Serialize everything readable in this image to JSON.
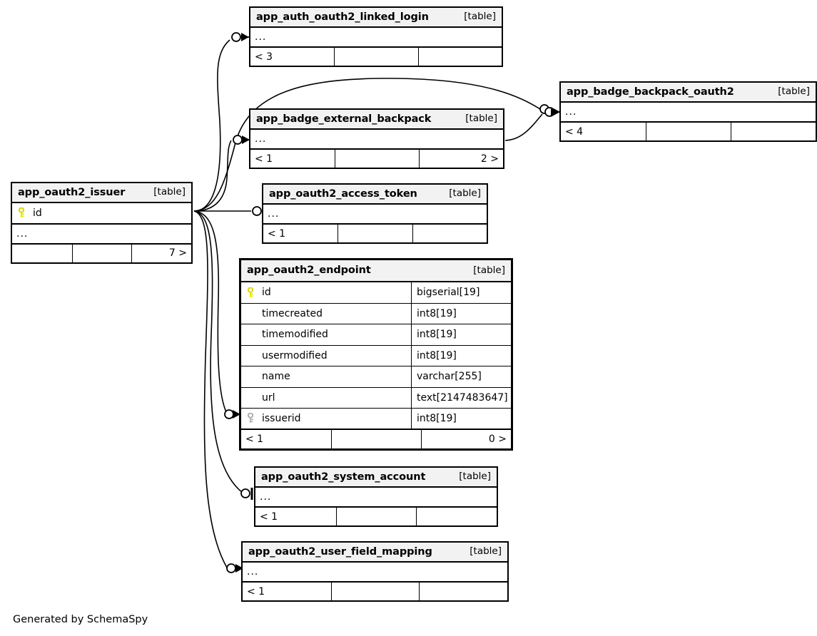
{
  "diagram": {
    "title": "SchemaSpy relationships diagram",
    "credit": "Generated by SchemaSpy",
    "table_tag": "[table]",
    "ellipsis": "...",
    "colors": {
      "primary_key": "#e8e800",
      "foreign_key": "#b0b0b0",
      "header_bg": "#f2f2f2",
      "border": "#000000",
      "background": "#ffffff"
    }
  },
  "tables": [
    {
      "id": "app_auth_oauth2_linked_login",
      "name": "app_auth_oauth2_linked_login",
      "tag": "[table]",
      "collapsed": true,
      "body_text": "...",
      "footer": [
        "< 3",
        "",
        ""
      ]
    },
    {
      "id": "app_badge_backpack_oauth2",
      "name": "app_badge_backpack_oauth2",
      "tag": "[table]",
      "collapsed": true,
      "body_text": "...",
      "footer": [
        "< 4",
        "",
        ""
      ]
    },
    {
      "id": "app_badge_external_backpack",
      "name": "app_badge_external_backpack",
      "tag": "[table]",
      "collapsed": true,
      "body_text": "...",
      "footer": [
        "< 1",
        "",
        "2 >"
      ]
    },
    {
      "id": "app_oauth2_issuer",
      "name": "app_oauth2_issuer",
      "tag": "[table]",
      "collapsed": false,
      "columns": [
        {
          "name": "id",
          "type": "",
          "key": "primary"
        }
      ],
      "body_text": "...",
      "footer": [
        "",
        "",
        "7 >"
      ]
    },
    {
      "id": "app_oauth2_access_token",
      "name": "app_oauth2_access_token",
      "tag": "[table]",
      "collapsed": true,
      "body_text": "...",
      "footer": [
        "< 1",
        "",
        ""
      ]
    },
    {
      "id": "app_oauth2_endpoint",
      "name": "app_oauth2_endpoint",
      "tag": "[table]",
      "collapsed": false,
      "focus": true,
      "columns": [
        {
          "name": "id",
          "type": "bigserial[19]",
          "key": "primary"
        },
        {
          "name": "timecreated",
          "type": "int8[19]",
          "key": "none"
        },
        {
          "name": "timemodified",
          "type": "int8[19]",
          "key": "none"
        },
        {
          "name": "usermodified",
          "type": "int8[19]",
          "key": "none"
        },
        {
          "name": "name",
          "type": "varchar[255]",
          "key": "none"
        },
        {
          "name": "url",
          "type": "text[2147483647]",
          "key": "none"
        },
        {
          "name": "issuerid",
          "type": "int8[19]",
          "key": "foreign"
        }
      ],
      "footer": [
        "< 1",
        "",
        "0 >"
      ]
    },
    {
      "id": "app_oauth2_system_account",
      "name": "app_oauth2_system_account",
      "tag": "[table]",
      "collapsed": true,
      "body_text": "...",
      "footer": [
        "< 1",
        "",
        ""
      ]
    },
    {
      "id": "app_oauth2_user_field_mapping",
      "name": "app_oauth2_user_field_mapping",
      "tag": "[table]",
      "collapsed": true,
      "body_text": "...",
      "footer": [
        "< 1",
        "",
        ""
      ]
    }
  ],
  "relationships": [
    {
      "from": "app_oauth2_issuer",
      "to": "app_auth_oauth2_linked_login",
      "cardinality": "zero-or-more"
    },
    {
      "from": "app_oauth2_issuer",
      "to": "app_badge_external_backpack",
      "cardinality": "zero-or-more"
    },
    {
      "from": "app_oauth2_issuer",
      "to": "app_badge_backpack_oauth2",
      "cardinality": "zero-or-more"
    },
    {
      "from": "app_oauth2_issuer",
      "to": "app_oauth2_access_token",
      "cardinality": "zero-or-one"
    },
    {
      "from": "app_oauth2_issuer",
      "to": "app_oauth2_endpoint",
      "cardinality": "zero-or-more"
    },
    {
      "from": "app_oauth2_issuer",
      "to": "app_oauth2_system_account",
      "cardinality": "zero-or-one"
    },
    {
      "from": "app_oauth2_issuer",
      "to": "app_oauth2_user_field_mapping",
      "cardinality": "zero-or-more"
    },
    {
      "from": "app_badge_external_backpack",
      "to": "app_badge_backpack_oauth2",
      "cardinality": "zero-or-more"
    }
  ]
}
